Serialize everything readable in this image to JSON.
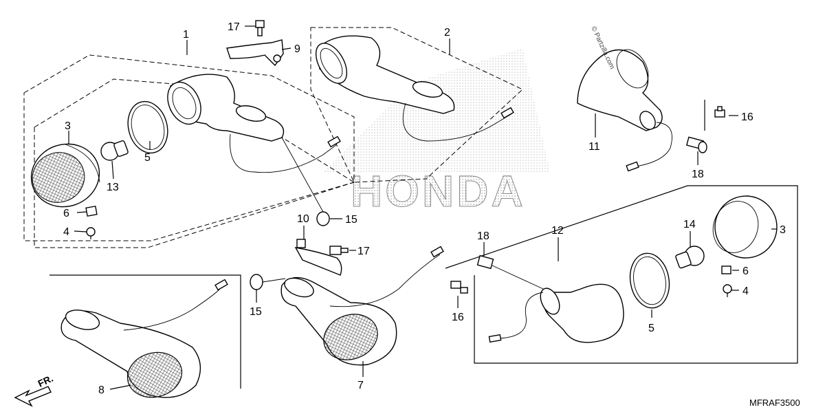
{
  "diagram": {
    "code": "MFRAF3500",
    "watermark": "© Partzilla.com",
    "brand_logo": "HONDA",
    "direction_label": "FR.",
    "callouts": [
      "1",
      "2",
      "3",
      "3",
      "4",
      "4",
      "5",
      "5",
      "6",
      "6",
      "7",
      "8",
      "9",
      "10",
      "11",
      "12",
      "13",
      "14",
      "15",
      "15",
      "16",
      "16",
      "17",
      "17",
      "18",
      "18"
    ]
  }
}
